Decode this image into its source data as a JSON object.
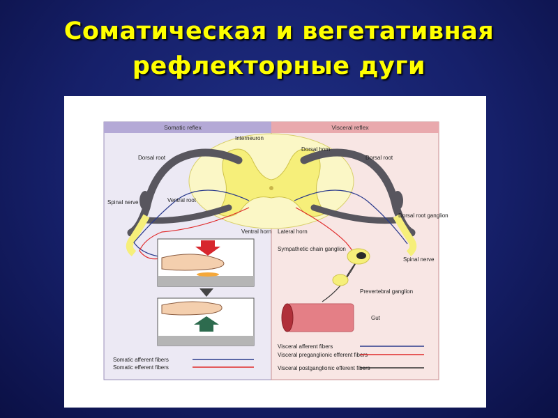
{
  "slide": {
    "title_line1": "Соматическая и вегетативная",
    "title_line2": "рефлекторные дуги"
  },
  "figure": {
    "headers": {
      "left": "Somatic reflex",
      "right": "Visceral reflex"
    },
    "labels": {
      "interneuron": "Interneuron",
      "dorsal_root_left": "Dorsal root",
      "dorsal_horn": "Dorsal horn",
      "dorsal_root_right": "Dorsal root",
      "ventral_root": "Ventral root",
      "spinal_nerve_left": "Spinal nerve",
      "ventral_horn": "Ventral horn",
      "lateral_horn": "Lateral horn",
      "dorsal_root_ganglion": "Dorsal root ganglion",
      "sympathetic_chain_ganglion": "Sympathetic chain ganglion",
      "spinal_nerve_right": "Spinal nerve",
      "prevertebral_ganglion": "Prevertebral ganglion",
      "gut": "Gut"
    },
    "legend_left": [
      {
        "label": "Somatic afferent fibers",
        "color": "#2a3a8c"
      },
      {
        "label": "Somatic efferent fibers",
        "color": "#e02a2a"
      }
    ],
    "legend_right": [
      {
        "label": "Visceral afferent fibers",
        "color": "#2a3a8c"
      },
      {
        "label": "Visceral preganglionic efferent fibers",
        "color": "#e02a2a"
      },
      {
        "label": "Visceral postganglionic efferent fibers",
        "color": "#333333"
      }
    ],
    "colors": {
      "left_panel": "#ece9f4",
      "right_panel": "#f8e6e4",
      "left_header": "#b4a9d6",
      "right_header": "#e9a9ad",
      "gray_matter": "#f6ef7a",
      "white_matter": "#fbf7c6",
      "nerve": "#58565e"
    }
  }
}
